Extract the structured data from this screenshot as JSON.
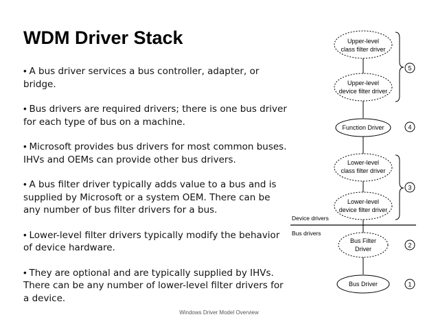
{
  "slide": {
    "title": "WDM Driver Stack",
    "bullets": [
      "A bus driver services a bus controller, adapter, or bridge.",
      "Bus drivers are required drivers; there is one bus driver for each type of bus on a machine.",
      "Microsoft provides bus drivers for most common buses. IHVs and OEMs can provide other bus drivers.",
      "A bus filter driver typically adds value to a bus and is supplied by Microsoft or a system OEM. There can be any number of bus filter drivers for a bus.",
      "Lower-level filter drivers typically modify the behavior of device hardware.",
      "They are optional and are typically supplied by IHVs. There can be any number of lower-level filter drivers for a device."
    ],
    "footer": "Windows Driver Model Overview"
  },
  "diagram": {
    "nodes": {
      "upper_class": [
        "Upper-level",
        "class filter driver"
      ],
      "upper_device": [
        "Upper-level",
        "device filter driver"
      ],
      "function": [
        "Function Driver"
      ],
      "lower_class": [
        "Lower-level",
        "class filter driver"
      ],
      "lower_device": [
        "Lower-level",
        "device filter driver"
      ],
      "bus_filter": [
        "Bus Filter",
        "Driver"
      ],
      "bus_driver": [
        "Bus Driver"
      ]
    },
    "divider": {
      "above": "Device drivers",
      "below": "Bus drivers"
    },
    "numbers": {
      "n5": "5",
      "n4": "4",
      "n3": "3",
      "n2": "2",
      "n1": "1"
    }
  }
}
